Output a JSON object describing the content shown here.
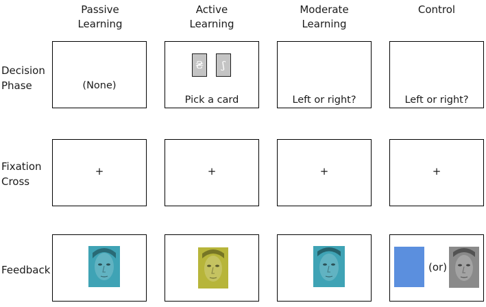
{
  "columns": [
    {
      "line1": "Passive",
      "line2": "Learning"
    },
    {
      "line1": "Active",
      "line2": "Learning"
    },
    {
      "line1": "Moderate",
      "line2": "Learning"
    },
    {
      "line1": "Control",
      "line2": ""
    }
  ],
  "rows": {
    "decision": {
      "line1": "Decision",
      "line2": "Phase"
    },
    "fixation": {
      "line1": "Fixation",
      "line2": "Cross"
    },
    "feedback": {
      "label": "Feedback"
    }
  },
  "decision_phase": {
    "passive": "(None)",
    "active": "Pick a card",
    "active_cards": [
      "₴",
      "ʃ"
    ],
    "moderate": "Left or right?",
    "control": "Left or right?"
  },
  "fixation_symbol": "+",
  "feedback": {
    "control_or": "(or)"
  },
  "colors": {
    "face_cyan": "#3fa3b5",
    "face_yellow": "#b7b53a",
    "face_gray": "#8a8a8a",
    "square_blue": "#5b8fde",
    "card_fill": "#c4c4c4"
  }
}
